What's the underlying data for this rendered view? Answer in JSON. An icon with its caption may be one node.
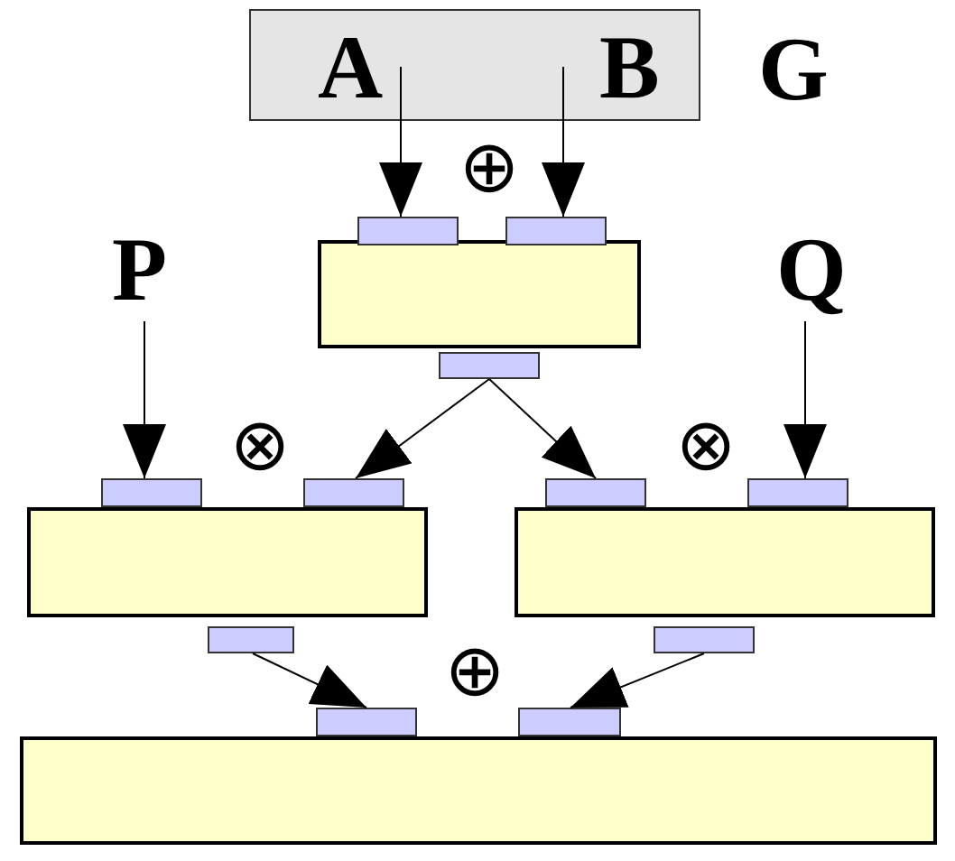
{
  "diagram": {
    "nodes": [
      {
        "text": [
          "G"
        ]
      },
      {
        "text": [
          "A"
        ],
        "in": 0
      },
      {
        "text": [
          "B"
        ],
        "in": 0
      },
      {
        "text": [],
        "shape": "box"
      },
      {
        "text": [],
        "shape": "box"
      },
      {
        "text": [],
        "shape": "box"
      },
      {
        "text": [],
        "shape": "box"
      },
      {
        "text": [
          "P"
        ]
      },
      {
        "text": [
          "Q"
        ]
      },
      {
        "text": [],
        "shape": "box"
      },
      {
        "text": [],
        "shape": "box"
      },
      {
        "text": [],
        "shape": "box"
      },
      {
        "text": [],
        "shape": "box"
      },
      {
        "text": [],
        "shape": "box"
      },
      {
        "text": [],
        "shape": "box"
      },
      {
        "text": [],
        "shape": "box"
      },
      {
        "text": [],
        "shape": "box"
      },
      {
        "text": [],
        "shape": "box"
      },
      {
        "text": [],
        "shape": "box"
      },
      {
        "text": [],
        "shape": "box"
      }
    ],
    "edges": [
      {
        "from": 1,
        "to": 3,
        "arrow": "to"
      },
      {
        "from": 2,
        "to": 4,
        "arrow": "to"
      },
      {
        "from": 6,
        "to": 10,
        "arrow": "to"
      },
      {
        "from": 6,
        "to": 11,
        "arrow": "to"
      },
      {
        "from": 7,
        "to": 9,
        "arrow": "to"
      },
      {
        "from": 8,
        "to": 12,
        "arrow": "to"
      },
      {
        "from": 15,
        "to": 17,
        "arrow": "to"
      },
      {
        "from": 16,
        "to": 18,
        "arrow": "to"
      }
    ],
    "labels": [
      "⊕",
      "⊗",
      "⊗",
      "⊕"
    ]
  }
}
